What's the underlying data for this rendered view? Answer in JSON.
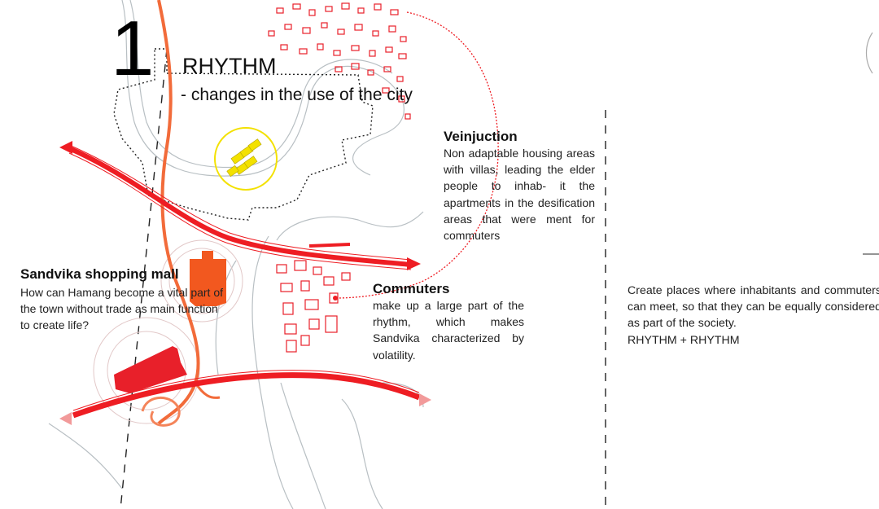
{
  "header": {
    "number": "1",
    "title": "RHYTHM",
    "subtitle": "- changes in the use of the city"
  },
  "annotations": {
    "veinjuction": {
      "heading": "Veinjuction",
      "text": "Non adaptable housing areas with villas, leading the elder people to inhab- it the apartments in the desification areas that were ment for commuters"
    },
    "commuters": {
      "heading": "Commuters",
      "text": "make up a large part of the rhythm, which makes Sandvika characterized by volatility."
    },
    "mall": {
      "heading": "Sandvika shopping mall",
      "text": "How can Hamang become a vital part of the town without trade as main function to create life?"
    }
  },
  "right_text": {
    "body": "Create places where inhabitants and commuters can meet, so that they can be equally considered as part of the society.",
    "formula": "RHYTHM + RHYTHM"
  },
  "colors": {
    "road_red": "#ee1d23",
    "rail_orange": "#f26b3a",
    "building_red": "#e8202a",
    "mall_orange": "#f2581f",
    "yellow": "#f3e100",
    "coast_grey": "#b8bfc3",
    "arrow_pink": "#f29a9a"
  }
}
